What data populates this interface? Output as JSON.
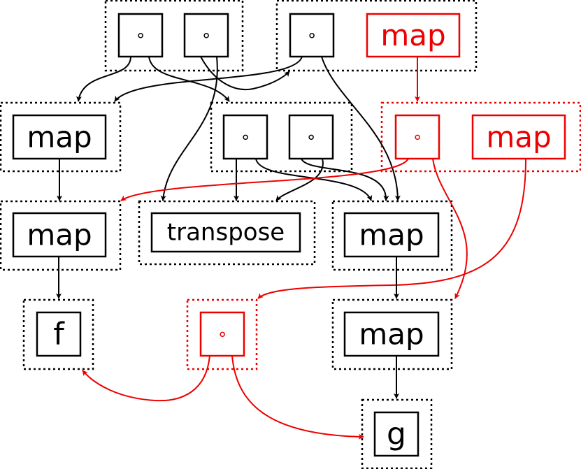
{
  "colors": {
    "default": "#000000",
    "highlight": "#ee0000"
  },
  "nodes": [
    {
      "id": "c1",
      "label": "∘",
      "style": "default"
    },
    {
      "id": "c2",
      "label": "∘",
      "style": "default"
    },
    {
      "id": "c3",
      "label": "∘",
      "style": "default"
    },
    {
      "id": "map_top",
      "label": "map",
      "style": "highlight"
    },
    {
      "id": "map_l1",
      "label": "map",
      "style": "default"
    },
    {
      "id": "c4",
      "label": "∘",
      "style": "default"
    },
    {
      "id": "c5",
      "label": "∘",
      "style": "default"
    },
    {
      "id": "c6",
      "label": "∘",
      "style": "highlight"
    },
    {
      "id": "map_r1",
      "label": "map",
      "style": "highlight"
    },
    {
      "id": "map_l2",
      "label": "map",
      "style": "default"
    },
    {
      "id": "transpose",
      "label": "transpose",
      "style": "default"
    },
    {
      "id": "map_m2",
      "label": "map",
      "style": "default"
    },
    {
      "id": "f",
      "label": "f",
      "style": "default"
    },
    {
      "id": "c7",
      "label": "∘",
      "style": "highlight"
    },
    {
      "id": "map_m3",
      "label": "map",
      "style": "default"
    },
    {
      "id": "g",
      "label": "g",
      "style": "default"
    }
  ],
  "edges": [
    {
      "from": "c1",
      "to": "map_l1",
      "style": "default"
    },
    {
      "from": "c1",
      "to": "c4",
      "style": "default"
    },
    {
      "from": "c2",
      "to": "c3",
      "style": "default"
    },
    {
      "from": "c2",
      "to": "transpose",
      "style": "default"
    },
    {
      "from": "c3",
      "to": "map_l1",
      "style": "default"
    },
    {
      "from": "c3",
      "to": "map_m2",
      "style": "default"
    },
    {
      "from": "map_top",
      "to": "c6",
      "style": "highlight"
    },
    {
      "from": "map_l1",
      "to": "map_l2",
      "style": "default"
    },
    {
      "from": "c4",
      "to": "transpose",
      "style": "default"
    },
    {
      "from": "c4",
      "to": "map_m2",
      "style": "default"
    },
    {
      "from": "c5",
      "to": "transpose",
      "style": "default"
    },
    {
      "from": "c5",
      "to": "map_m2",
      "style": "default"
    },
    {
      "from": "c6",
      "to": "map_l2",
      "style": "highlight"
    },
    {
      "from": "c6",
      "to": "map_m3",
      "style": "highlight"
    },
    {
      "from": "map_r1",
      "to": "c7",
      "style": "highlight"
    },
    {
      "from": "map_l2",
      "to": "f",
      "style": "default"
    },
    {
      "from": "map_m2",
      "to": "map_m3",
      "style": "default"
    },
    {
      "from": "map_m3",
      "to": "g",
      "style": "default"
    },
    {
      "from": "c7",
      "to": "f",
      "style": "highlight"
    },
    {
      "from": "c7",
      "to": "g",
      "style": "highlight"
    }
  ]
}
